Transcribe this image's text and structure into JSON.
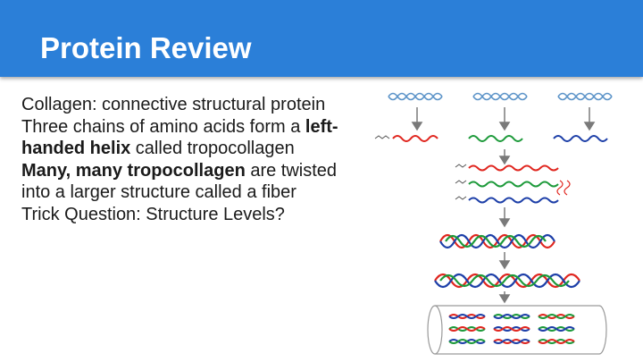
{
  "slide": {
    "title": "Protein Review",
    "lines": [
      {
        "parts": [
          {
            "text": "Collagen: connective structural protein",
            "bold": false
          }
        ]
      },
      {
        "parts": [
          {
            "text": "Three chains of amino acids form a ",
            "bold": false
          },
          {
            "text": "left-handed helix",
            "bold": true
          },
          {
            "text": " called tropocollagen",
            "bold": false
          }
        ]
      },
      {
        "parts": [
          {
            "text": "Many, many tropocollagen",
            "bold": true
          },
          {
            "text": " are twisted into a larger structure called a fiber",
            "bold": false
          }
        ]
      },
      {
        "parts": [
          {
            "text": "Trick Question: Structure Levels?",
            "bold": false
          }
        ]
      }
    ]
  },
  "figure": {
    "description_icon": "collagen-assembly-illustration",
    "colors": {
      "red": "#e0261f",
      "green": "#1d9a3a",
      "blue": "#1d3fa8",
      "gray": "#7a7a7a",
      "light_blue": "#5b93c8"
    }
  }
}
